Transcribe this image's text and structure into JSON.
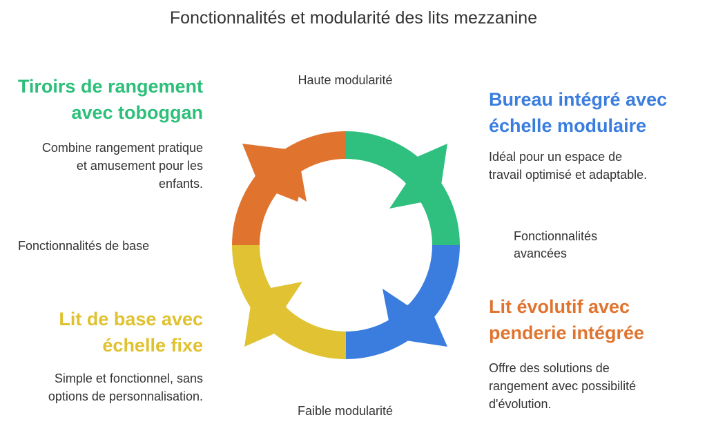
{
  "title": "Fonctionnalités et modularité des lits mezzanine",
  "axes": {
    "top": "Haute modularité",
    "bottom": "Faible modularité",
    "left": "Fonctionnalités de base",
    "right_line1": "Fonctionnalités",
    "right_line2": "avancées"
  },
  "quadrants": {
    "top_left": {
      "title_line1": "Tiroirs de rangement",
      "title_line2": "avec toboggan",
      "desc_line1": "Combine rangement pratique",
      "desc_line2": "et amusement pour les",
      "desc_line3": "enfants.",
      "color": "#2dbf7a",
      "arc_color": "#e0742f"
    },
    "top_right": {
      "title_line1": "Bureau intégré avec",
      "title_line2": "échelle modulaire",
      "desc_line1": "Idéal pour un espace de",
      "desc_line2": "travail optimisé et adaptable.",
      "color": "#3a7ddf",
      "arc_color": "#2fbf7e"
    },
    "bottom_left": {
      "title_line1": "Lit de base avec",
      "title_line2": "échelle fixe",
      "desc_line1": "Simple et fonctionnel, sans",
      "desc_line2": "options de personnalisation.",
      "color": "#e0c12e",
      "arc_color": "#e0c232"
    },
    "bottom_right": {
      "title_line1": "Lit évolutif avec",
      "title_line2": "penderie intégrée",
      "desc_line1": "Offre des solutions de",
      "desc_line2": "rangement avec possibilité",
      "desc_line3": "d'évolution.",
      "color": "#e0742f",
      "arc_color": "#3a7ddf"
    }
  }
}
